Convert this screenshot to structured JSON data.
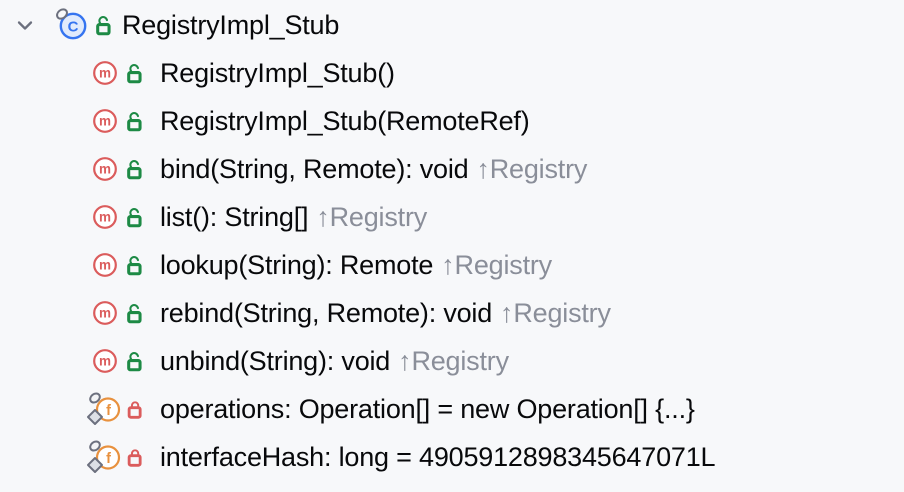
{
  "view": {
    "type": "structure-tree"
  },
  "colors": {
    "background": "#F7F8FA",
    "text": "#08090B",
    "inherited_text": "#8A8E99",
    "class_blue": "#3574F0",
    "class_fill": "#E0EAFC",
    "method_red": "#DB5C5C",
    "field_orange": "#E8913E",
    "public_green": "#1D8A45",
    "private_red": "#DB5C5C",
    "modifier_gray": "#6C707E"
  },
  "icons": {
    "expand": "chevron-down-icon",
    "class": "class-icon",
    "method": "method-icon",
    "field": "field-icon",
    "public": "lock-open-icon",
    "private": "lock-closed-icon"
  },
  "rows": [
    {
      "kind": "class",
      "visibility": "public",
      "expanded": true,
      "label": "RegistryImpl_Stub",
      "suffix": ""
    },
    {
      "kind": "method",
      "visibility": "public",
      "label": "RegistryImpl_Stub()",
      "suffix": ""
    },
    {
      "kind": "method",
      "visibility": "public",
      "label": "RegistryImpl_Stub(RemoteRef)",
      "suffix": ""
    },
    {
      "kind": "method",
      "visibility": "public",
      "label": "bind(String, Remote): void",
      "suffix": "↑Registry"
    },
    {
      "kind": "method",
      "visibility": "public",
      "label": "list(): String[]",
      "suffix": "↑Registry"
    },
    {
      "kind": "method",
      "visibility": "public",
      "label": "lookup(String): Remote",
      "suffix": "↑Registry"
    },
    {
      "kind": "method",
      "visibility": "public",
      "label": "rebind(String, Remote): void",
      "suffix": "↑Registry"
    },
    {
      "kind": "method",
      "visibility": "public",
      "label": "unbind(String): void",
      "suffix": "↑Registry"
    },
    {
      "kind": "field",
      "visibility": "private",
      "label": "operations: Operation[] = new Operation[] {...}",
      "suffix": ""
    },
    {
      "kind": "field",
      "visibility": "private",
      "label": "interfaceHash: long = 4905912898345647071L",
      "suffix": ""
    }
  ]
}
